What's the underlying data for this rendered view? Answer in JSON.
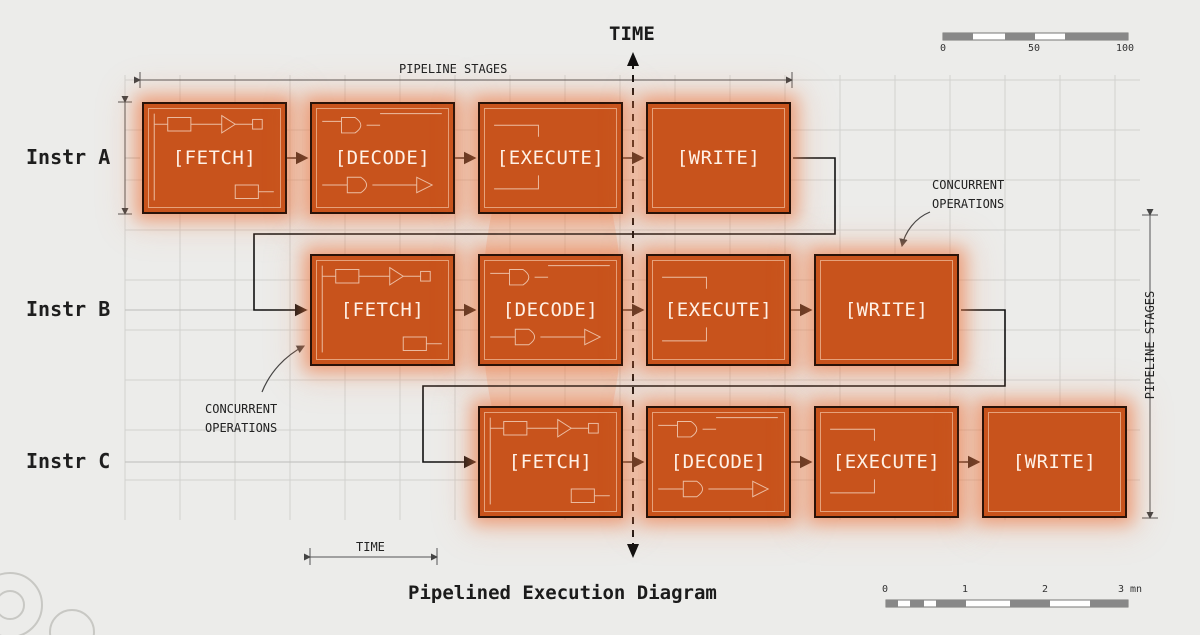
{
  "title": "Pipelined Execution Diagram",
  "time_axis_label": "TIME",
  "top_span_label": "PIPELINE STAGES",
  "right_span_label": "PIPELINE STAGES",
  "bottom_span_label": "TIME",
  "annotations": {
    "top_right": [
      "CONCURRENT",
      "OPERATIONS"
    ],
    "bottom_left": [
      "CONCURRENT",
      "OPERATIONS"
    ]
  },
  "rows": [
    {
      "label": "Instr A",
      "stages": [
        "[FETCH]",
        "[DECODE]",
        "[EXECUTE]",
        "[WRITE]"
      ]
    },
    {
      "label": "Instr B",
      "stages": [
        "[FETCH]",
        "[DECODE]",
        "[EXECUTE]",
        "[WRITE]"
      ]
    },
    {
      "label": "Instr C",
      "stages": [
        "[FETCH]",
        "[DECODE]",
        "[EXECUTE]",
        "[WRITE]"
      ]
    }
  ],
  "scale_top": [
    "0",
    "50",
    "100"
  ],
  "scale_bottom": [
    "0",
    "1",
    "2",
    "3 mn"
  ],
  "colors": {
    "box_fill": "#c8531c",
    "box_glow": "#ec7037",
    "background": "#ececea",
    "grid": "#cfcfcc",
    "ink": "#1b1b1b"
  }
}
